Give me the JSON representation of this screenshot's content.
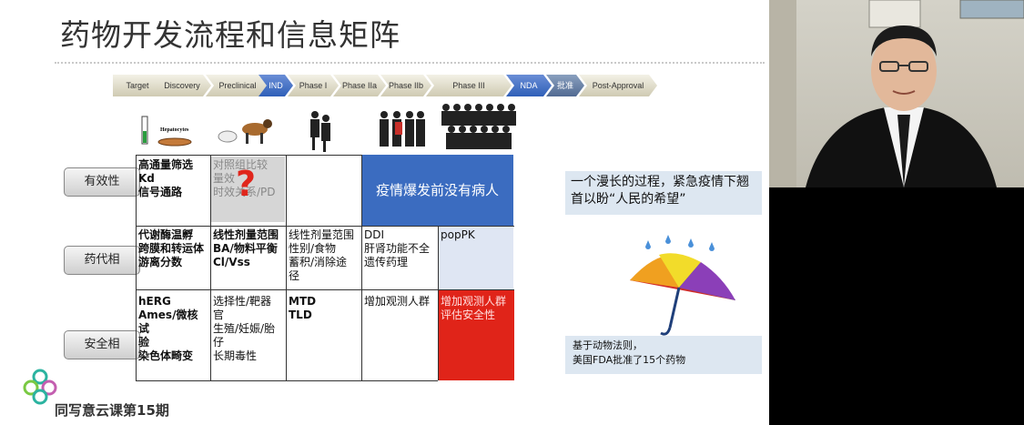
{
  "slide": {
    "title": "药物开发流程和信息矩阵",
    "phases": [
      {
        "label": "Target",
        "style": "beige"
      },
      {
        "label": "Discovery",
        "style": "beige"
      },
      {
        "label": "Preclinical",
        "style": "beige"
      },
      {
        "label": "IND",
        "style": "blue"
      },
      {
        "label": "Phase I",
        "style": "beige"
      },
      {
        "label": "Phase  IIa",
        "style": "beige"
      },
      {
        "label": "Phase IIb",
        "style": "beige"
      },
      {
        "label": "Phase III",
        "style": "beige"
      },
      {
        "label": "NDA",
        "style": "blue"
      },
      {
        "label": "批准",
        "style": "slate"
      },
      {
        "label": "Post-Approval",
        "style": "beige"
      }
    ],
    "hepatocytes_label": "Hepatocytes",
    "row_labels": {
      "efficacy": "有效性",
      "pk": "药代相",
      "safety": "安全相"
    },
    "cells": {
      "eff_1": "高通量筛选\nKd\n信号通路",
      "eff_2": "对照组比较\n量效\n时效关系/PD",
      "eff_blue": "疫情爆发前没有病人",
      "pk_1": "代谢酶温孵\n跨膜和转运体\n游离分数",
      "pk_2": "线性剂量范围\nBA/物料平衡\nCl/Vss",
      "pk_3": "线性剂量范围\n性别/食物\n蓄积/消除途\n径",
      "pk_4": "DDI\n肝肾功能不全\n遗传药理",
      "pk_5": "popPK",
      "safe_1": "hERG\nAmes/微核试\n验\n染色体畸变",
      "safe_2": "选择性/靶器\n官\n生殖/妊娠/胎\n仔\n长期毒性",
      "safe_3": "MTD\nTLD",
      "safe_4": "增加观测人群",
      "safe_5": "增加观测人群\n评估安全性"
    },
    "question_mark": "?",
    "callout_top": "一个漫长的过程，紧急疫情下翘首以盼“人民的希望”",
    "callout_bottom": "基于动物法则，\n美国FDA批准了15个药物",
    "logo_text": "同写意云课第15期"
  },
  "colors": {
    "blue": "#3b6cc0",
    "red": "#e02419",
    "callout_bg": "#dde7f1"
  }
}
